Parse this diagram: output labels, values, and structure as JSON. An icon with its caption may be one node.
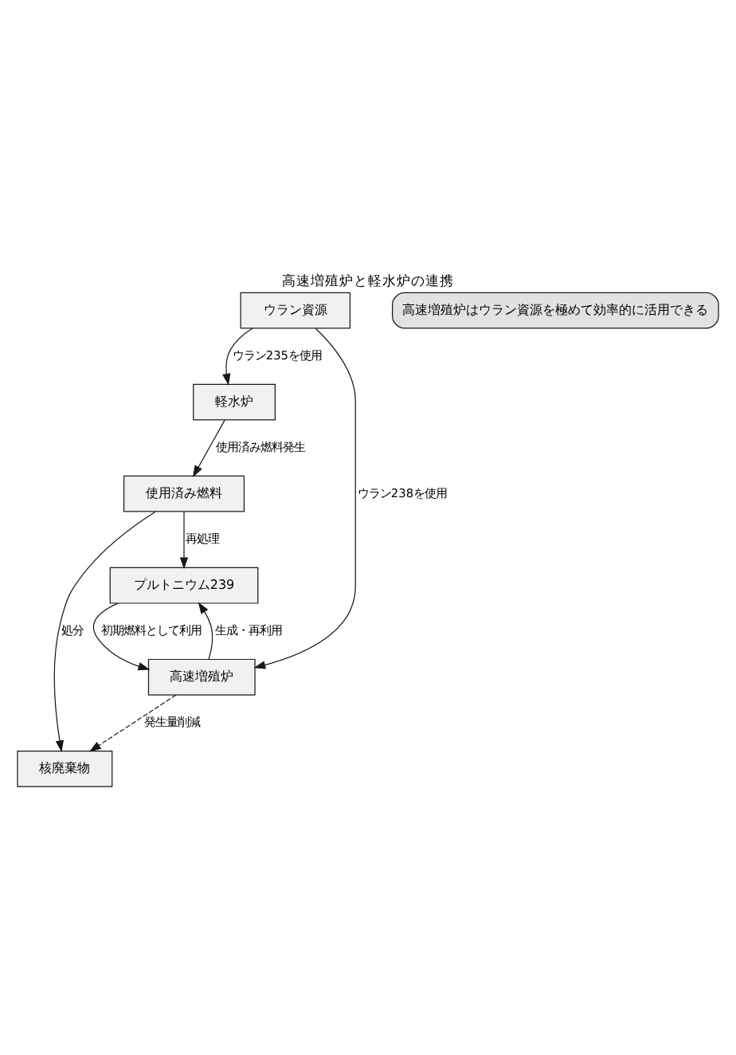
{
  "diagram": {
    "title": "高速増殖炉と軽水炉の連携",
    "nodes": [
      {
        "text": [
          "ウラン資源"
        ]
      },
      {
        "text": [
          "軽水炉"
        ]
      },
      {
        "text": [
          "核廃棄物"
        ]
      },
      {
        "text": [
          "使用済み燃料"
        ]
      },
      {
        "text": [
          "プルトニウム239"
        ]
      },
      {
        "text": [
          "高速増殖炉"
        ]
      },
      {
        "text": [
          "高速増殖炉はウラン資源を極めて効率的に活用できる"
        ]
      }
    ],
    "edges": [
      {
        "from": 0,
        "to": 1,
        "arrow": "to",
        "label": "ウラン235を使用"
      },
      {
        "from": 1,
        "to": 3,
        "arrow": "to",
        "label": "使用済み燃料発生"
      },
      {
        "from": 3,
        "to": 2,
        "arrow": "to",
        "label": "処分"
      },
      {
        "from": 0,
        "to": 5,
        "arrow": "to",
        "label": "ウラン238を使用"
      },
      {
        "from": 3,
        "to": 4,
        "arrow": "to",
        "label": "再処理"
      },
      {
        "from": 4,
        "to": 5,
        "arrow": "to",
        "label": "初期燃料として利用"
      },
      {
        "from": 5,
        "to": 4,
        "arrow": "to",
        "label": "生成・再利用"
      },
      {
        "from": 5,
        "to": 2,
        "arrow": "to",
        "label": "発生量削減",
        "style": "dashed"
      }
    ]
  }
}
